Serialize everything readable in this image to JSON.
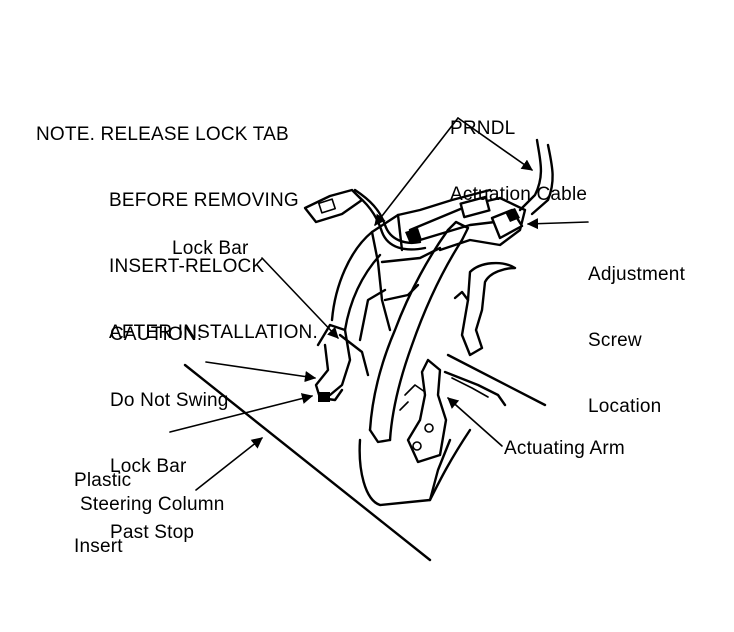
{
  "diagram": {
    "note": {
      "lines": [
        "NOTE. RELEASE LOCK TAB",
        "BEFORE REMOVING",
        "INSERT-RELOCK",
        "AFTER INSTALLATION."
      ]
    },
    "labels": {
      "prndl": [
        "PRNDL",
        "Actuation Cable"
      ],
      "adjustment": [
        "Adjustment",
        "Screw",
        "Location"
      ],
      "lock_bar": "Lock Bar",
      "caution": [
        "CAUTION:",
        "Do Not Swing",
        "Lock Bar",
        "Past Stop"
      ],
      "plastic_insert": [
        "Plastic",
        "Insert"
      ],
      "actuating_arm": "Actuating Arm",
      "steering_column": "Steering Column"
    }
  }
}
